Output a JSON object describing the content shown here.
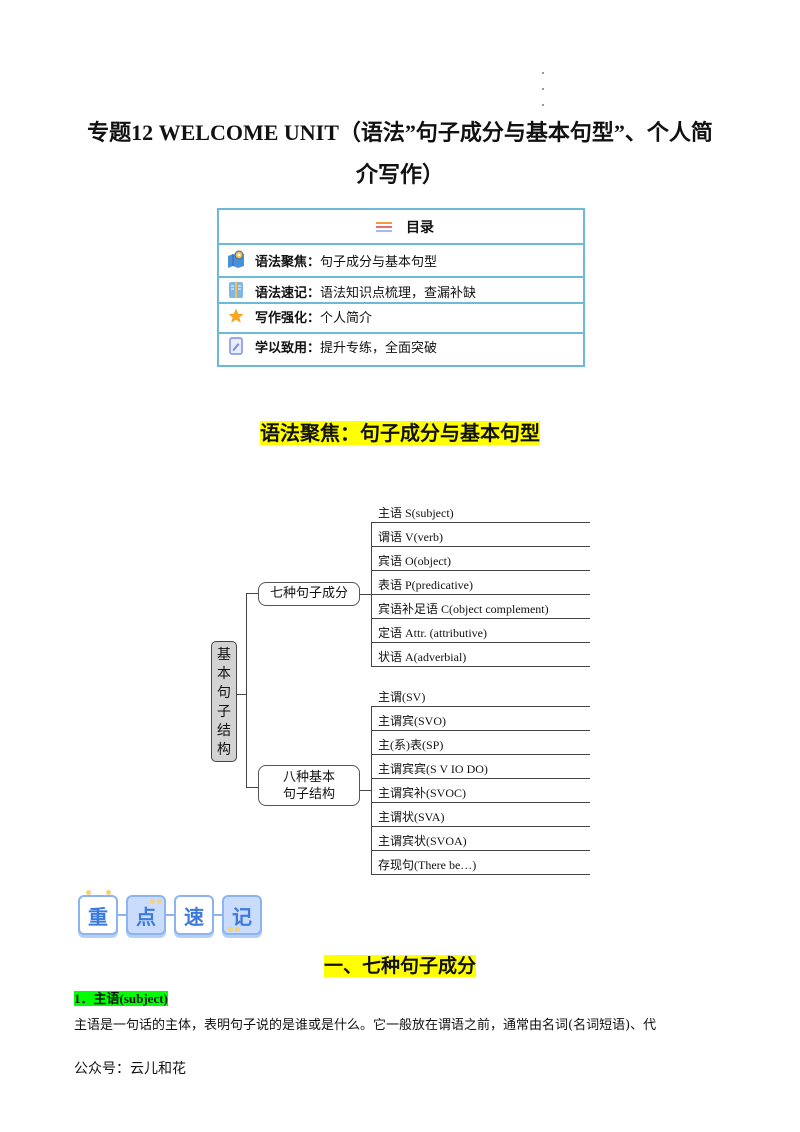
{
  "header": {
    "title_line1": "专题12 WELCOME UNIT（语法”句子成分与基本句型”、个人简",
    "title_line2": "介写作）"
  },
  "toc": {
    "heading": "目录",
    "heading_icon": "list-icon",
    "border_color": "#6cb9d9",
    "rows": [
      {
        "icon": "map-pin-icon",
        "label": "语法聚焦：",
        "value": "句子成分与基本句型"
      },
      {
        "icon": "book-icon",
        "label": "语法速记：",
        "value": "语法知识点梳理，查漏补缺"
      },
      {
        "icon": "star-icon",
        "label": "写作强化：",
        "value": "个人简介"
      },
      {
        "icon": "edit-note-icon",
        "label": "学以致用：",
        "value": "提升专练，全面突破"
      }
    ]
  },
  "section1": {
    "heading": "语法聚焦：句子成分与基本句型",
    "highlight_color": "#ffff00"
  },
  "diagram": {
    "root": "基本句子结构",
    "branches": [
      {
        "label": "七种句子成分",
        "items": [
          "主语 S(subject)",
          "谓语 V(verb)",
          "宾语 O(object)",
          "表语 P(predicative)",
          "宾语补足语 C(object complement)",
          "定语 Attr. (attributive)",
          "状语 A(adverbial)"
        ]
      },
      {
        "label": "八种基本句子结构",
        "label_line1": "八种基本",
        "label_line2": "句子结构",
        "items": [
          "主谓(SV)",
          "主谓宾(SVO)",
          "主(系)表(SP)",
          "主谓宾宾(S V IO DO)",
          "主谓宾补(SVOC)",
          "主谓状(SVA)",
          "主谓宾状(SVOA)",
          "存现句(There be…)"
        ]
      }
    ]
  },
  "badge": {
    "chars": [
      "重",
      "点",
      "速",
      "记"
    ],
    "accent": "#3d7ae0"
  },
  "section2": {
    "heading": "一、七种句子成分"
  },
  "subsection1": {
    "heading": "1．主语(subject)",
    "highlight_color": "#00ff00",
    "body": "主语是一句话的主体，表明句子说的是谁或是什么。它一般放在谓语之前，通常由名词(名词短语)、代"
  },
  "footer": {
    "text": "公众号：云儿和花"
  }
}
